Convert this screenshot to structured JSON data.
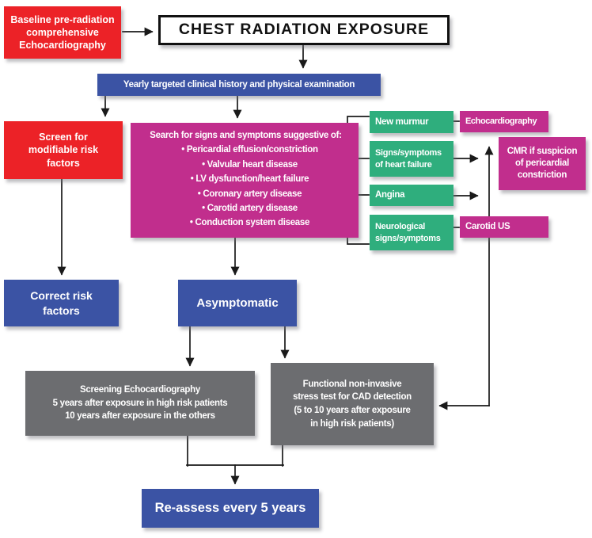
{
  "palette": {
    "red": "#EC2227",
    "blue": "#3B53A4",
    "magenta": "#C12E8D",
    "green": "#2FAE7D",
    "gray": "#6C6D70",
    "line": "#1A1A1A"
  },
  "nodes": {
    "baseline": {
      "label": "Baseline pre-radiation\ncomprehensive\nEchocardiography"
    },
    "title": {
      "label": "CHEST RADIATION EXPOSURE"
    },
    "yearly": {
      "label": "Yearly targeted clinical history and physical examination"
    },
    "screen": {
      "label": "Screen for\nmodifiable risk\nfactors"
    },
    "search": {
      "heading": "Search for signs and symptoms suggestive of:",
      "items": [
        "• Pericardial effusion/constriction",
        "• Valvular heart disease",
        "• LV dysfunction/heart failure",
        "• Coronary artery disease",
        "• Carotid artery disease",
        "• Conduction system disease"
      ]
    },
    "new_murmur": {
      "label": "New murmur"
    },
    "heart_failure": {
      "label": "Signs/symptoms\nof heart failure"
    },
    "angina": {
      "label": "Angina"
    },
    "neurological": {
      "label": "Neurological\nsigns/symptoms"
    },
    "echocardiography": {
      "label": "Echocardiography"
    },
    "cmr": {
      "label": "CMR if suspicion\nof pericardial\nconstriction"
    },
    "carotid_us": {
      "label": "Carotid US"
    },
    "correct": {
      "label": "Correct risk\nfactors"
    },
    "asymptomatic": {
      "label": "Asymptomatic"
    },
    "screening_echo": {
      "label": "Screening Echocardiography\n5 years after exposure in high risk patients\n10 years after exposure in the others"
    },
    "functional_test": {
      "label": "Functional non-invasive\nstress test for CAD detection\n(5 to 10 years after exposure\nin high risk patients)"
    },
    "reassess": {
      "label": "Re-assess every 5 years"
    }
  }
}
